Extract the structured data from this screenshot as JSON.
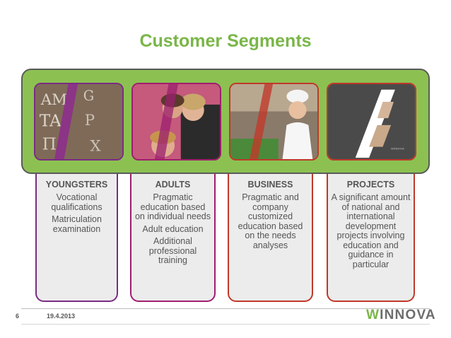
{
  "slide": {
    "title": "Customer Segments",
    "page_number": "6",
    "date": "19.4.2013",
    "logo": {
      "first_letter": "W",
      "rest": "INNOVA"
    }
  },
  "colors": {
    "title_green": "#7ab648",
    "band_green": "#8cc152",
    "youngsters": "#7b2c83",
    "adults": "#a01e6d",
    "business": "#c0392b",
    "projects": "#c0392b"
  },
  "segments": [
    {
      "heading": "YOUNGSTERS",
      "paragraphs": [
        "Vocational qualifications",
        "Matriculation examination"
      ],
      "image": "letters-photo"
    },
    {
      "heading": "ADULTS",
      "paragraphs": [
        "Pragmatic education based on individual needs",
        "Adult education",
        "Additional professional training"
      ],
      "image": "women-photo"
    },
    {
      "heading": "BUSINESS",
      "paragraphs": [
        "Pragmatic and company customized education based on the needs analyses"
      ],
      "image": "chef-photo"
    },
    {
      "heading": "PROJECTS",
      "paragraphs": [
        "A significant amount of national and international development projects involving education and guidance in particular"
      ],
      "image": "project-photo"
    }
  ]
}
